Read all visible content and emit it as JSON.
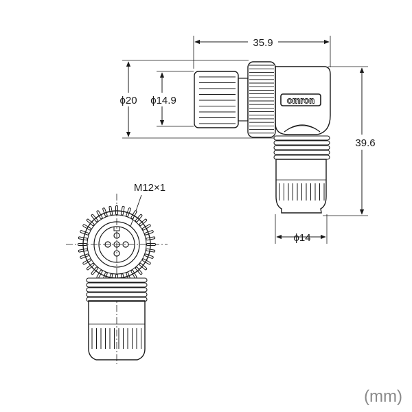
{
  "dimensions": {
    "overall_length": "35.9",
    "overall_height": "39.6",
    "outer_diameter": "ϕ20",
    "inner_diameter": "ϕ14.9",
    "cable_diameter": "ϕ14",
    "thread": "M12×1"
  },
  "logo": "omron",
  "unit": "(mm)",
  "colors": {
    "line": "#1a1a1a",
    "fill": "#ffffff",
    "unit_text": "#8a8a8a"
  }
}
